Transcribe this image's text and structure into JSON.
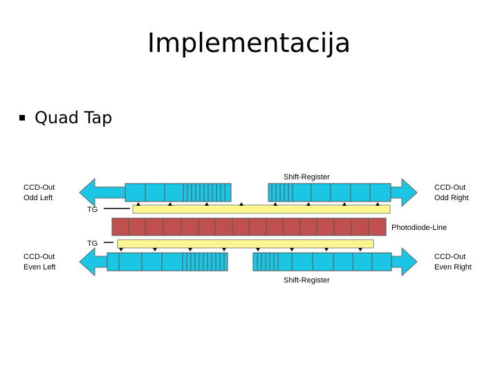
{
  "slide": {
    "title": "Implementacija"
  },
  "bullet": {
    "text": "Quad Tap"
  },
  "diagram": {
    "shift_register_top": "Shift-Register",
    "shift_register_bottom": "Shift-Register",
    "tg_top": "TG",
    "tg_bottom": "TG",
    "photodiode_line": "Photodiode-Line",
    "ccd_out_odd_left": [
      "CCD-Out",
      "Odd Left"
    ],
    "ccd_out_odd_right": [
      "CCD-Out",
      "Odd Right"
    ],
    "ccd_out_even_left": [
      "CCD-Out",
      "Even Left"
    ],
    "ccd_out_even_right": [
      "CCD-Out",
      "Even Right"
    ],
    "colors": {
      "register": "#1ac6e4",
      "transfer_gate": "#fbf68d",
      "photodiode": "#c0504d",
      "output_arrow": "#1ac6e4"
    }
  }
}
